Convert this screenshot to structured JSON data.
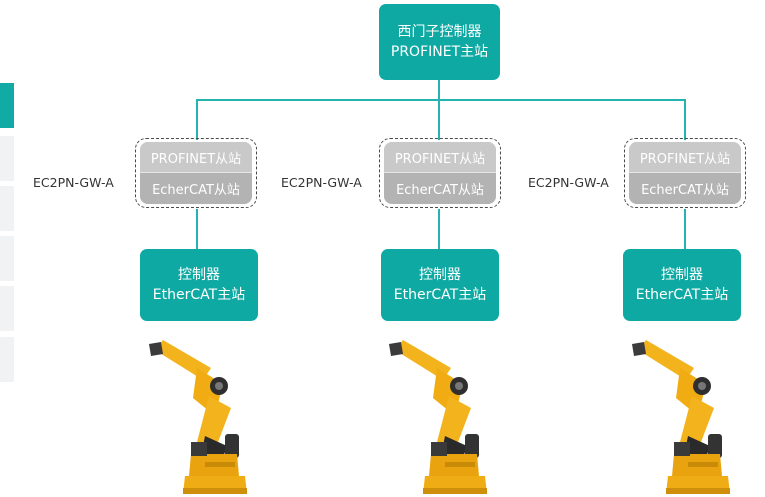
{
  "colors": {
    "accent": "#0fa9a3",
    "gateway": "#c0c0c0",
    "robot": "#f1b21b"
  },
  "master": {
    "line1": "西门子控制器",
    "line2": "PROFINET主站"
  },
  "nodes": [
    {
      "gateway_label": "EC2PN-GW-A",
      "gateway_top": "PROFINET从站",
      "gateway_bottom": "EcherCAT从站",
      "controller_line1": "控制器",
      "controller_line2": "EtherCAT主站",
      "robot_icon": "robot-arm-icon"
    },
    {
      "gateway_label": "EC2PN-GW-A",
      "gateway_top": "PROFINET从站",
      "gateway_bottom": "EcherCAT从站",
      "controller_line1": "控制器",
      "controller_line2": "EtherCAT主站",
      "robot_icon": "robot-arm-icon"
    },
    {
      "gateway_label": "EC2PN-GW-A",
      "gateway_top": "PROFINET从站",
      "gateway_bottom": "EcherCAT从站",
      "controller_line1": "控制器",
      "controller_line2": "EtherCAT主站",
      "robot_icon": "robot-arm-icon"
    }
  ]
}
